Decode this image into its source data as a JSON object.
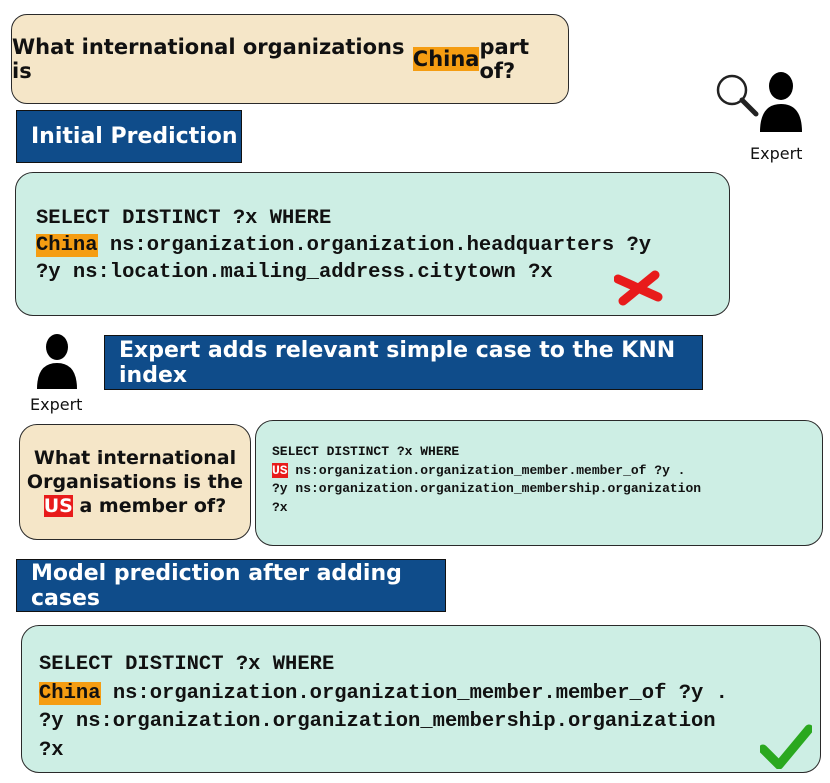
{
  "question": {
    "before": "What international organizations is ",
    "entity": "China",
    "after": " part of?"
  },
  "initial_prediction": {
    "banner": "Initial Prediction",
    "line1": "SELECT DISTINCT ?x WHERE",
    "line2_entity": "China",
    "line2_rest": " ns:organization.organization.headquarters ?y",
    "line3": "?y ns:location.mailing_address.citytown ?x",
    "status_icon": "red-cross-icon"
  },
  "expert_top": {
    "label": "Expert",
    "icon": "magnifier-person-icon"
  },
  "expert_left": {
    "label": "Expert",
    "icon": "person-icon"
  },
  "expert_banner": "Expert adds relevant simple case to the KNN index",
  "example_case": {
    "question_line1": "What international",
    "question_line2": "Organisations is the",
    "question_entity": "US",
    "question_line3_rest": " a member of?",
    "line1": "SELECT DISTINCT ?x WHERE",
    "line2_entity": "US",
    "line2_rest": " ns:organization.organization_member.member_of ?y .",
    "line3": "?y ns:organization.organization_membership.organization",
    "line4": "?x"
  },
  "model_prediction": {
    "banner": "Model prediction after adding cases",
    "line1": "SELECT DISTINCT ?x WHERE",
    "line2_entity": "China",
    "line2_rest": " ns:organization.organization_member.member_of ?y .",
    "line3": "?y ns:organization.organization_membership.organization",
    "line4": "?x",
    "status_icon": "green-check-icon"
  },
  "colors": {
    "banner": "#0f4c8a",
    "question_bg": "#f5e6c8",
    "code_bg": "#cdeee4",
    "entity_highlight": "#f59d12",
    "example_entity_highlight": "#e81b1b",
    "cross": "#e81b1b",
    "check": "#2aa81f"
  }
}
